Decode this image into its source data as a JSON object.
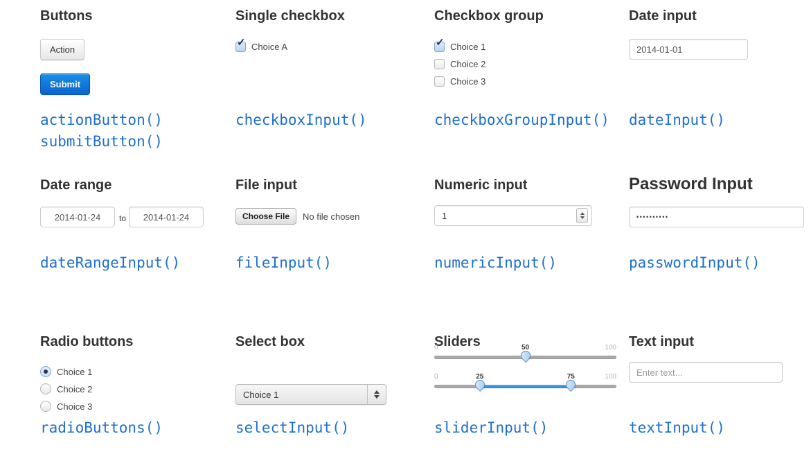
{
  "colors": {
    "accent_code_blue": "#1d6fcf",
    "submit_button_blue_top": "#1590e8",
    "submit_button_blue_bottom": "#0b63cf",
    "slider_fill_blue": "#1e83d7",
    "heading_text": "#333333"
  },
  "icons": {
    "check_icon": "✓",
    "stepper_up_icon": "▲",
    "stepper_down_icon": "▼",
    "select_arrows_icon": "▲▼"
  },
  "sections": {
    "buttons": {
      "title": "Buttons",
      "action_label": "Action",
      "submit_label": "Submit",
      "fn_action": "actionButton()",
      "fn_submit": "submitButton()"
    },
    "single_checkbox": {
      "title": "Single checkbox",
      "choice": "Choice A",
      "checked": true,
      "fn": "checkboxInput()"
    },
    "checkbox_group": {
      "title": "Checkbox group",
      "choices": [
        "Choice 1",
        "Choice 2",
        "Choice 3"
      ],
      "checked_index": 0,
      "fn": "checkboxGroupInput()"
    },
    "date_input": {
      "title": "Date input",
      "value": "2014-01-01",
      "fn": "dateInput()"
    },
    "date_range": {
      "title": "Date range",
      "start": "2014-01-24",
      "separator": "to",
      "end": "2014-01-24",
      "fn": "dateRangeInput()"
    },
    "file_input": {
      "title": "File input",
      "button_label": "Choose File",
      "status": "No file chosen",
      "fn": "fileInput()"
    },
    "numeric_input": {
      "title": "Numeric input",
      "value": "1",
      "fn": "numericInput()"
    },
    "password_input": {
      "title": "Password Input",
      "masked_value": "••••••••••",
      "fn": "passwordInput()"
    },
    "radio_buttons": {
      "title": "Radio buttons",
      "choices": [
        "Choice 1",
        "Choice 2",
        "Choice 3"
      ],
      "selected_index": 0,
      "fn": "radioButtons()"
    },
    "select_box": {
      "title": "Select box",
      "selected": "Choice 1",
      "fn": "selectInput()"
    },
    "sliders": {
      "title": "Sliders",
      "single": {
        "min": "0",
        "value": "50",
        "max": "100",
        "value_pct": 50
      },
      "range": {
        "min": "0",
        "low": "25",
        "high": "75",
        "max": "100",
        "low_pct": 25,
        "high_pct": 75
      },
      "fn": "sliderInput()"
    },
    "text_input": {
      "title": "Text input",
      "placeholder": "Enter text...",
      "fn": "textInput()"
    }
  }
}
